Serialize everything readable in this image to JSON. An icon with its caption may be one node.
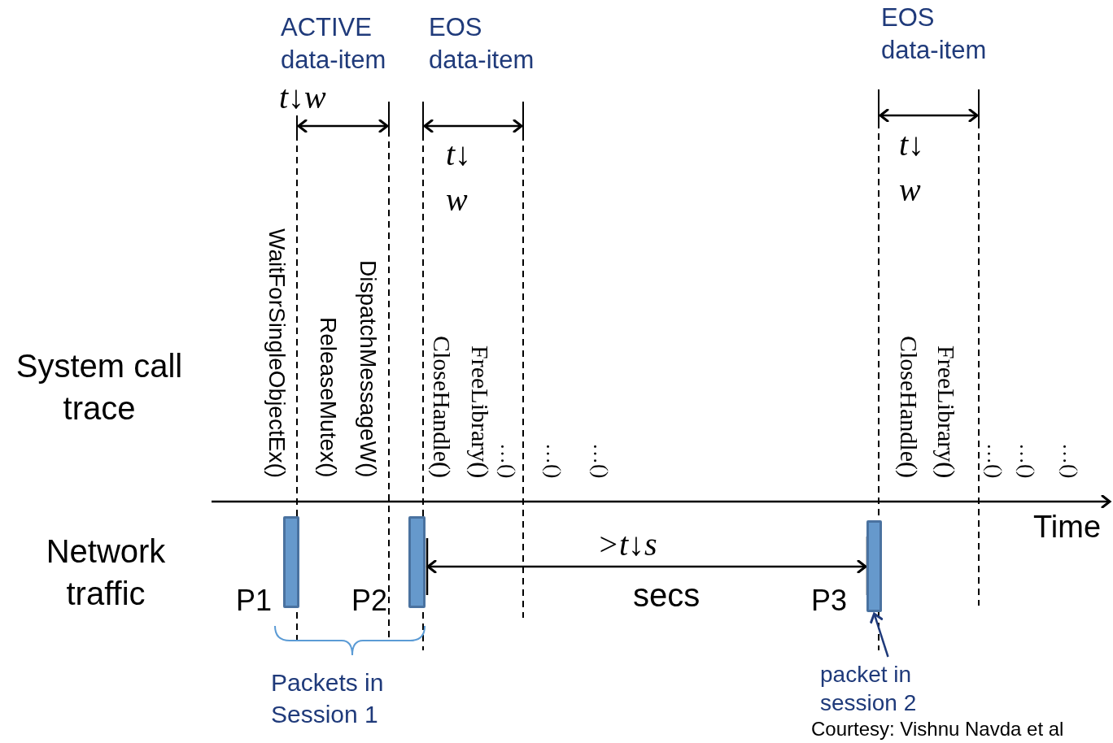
{
  "diagram": {
    "nodes": [
      {
        "text": [],
        "shape": "bar",
        "beside": [
          "P1"
        ]
      },
      {
        "text": [],
        "shape": "bar",
        "beside": [
          "P2"
        ]
      },
      {
        "text": [],
        "shape": "bar",
        "beside": [
          "P3"
        ]
      },
      {
        "text": [
          "packet in session 2"
        ]
      }
    ],
    "edges": [
      {
        "from": 1,
        "to": 2,
        "arrow": "both",
        "label": ">t↓s"
      },
      {
        "from": 3,
        "to": 2,
        "arrow": "to",
        "color": "#1f3a7a"
      }
    ],
    "labels": [
      "ACTIVE data-item",
      "EOS data-item",
      "EOS data-item",
      "t↓w",
      "t↓ w",
      "t↓ w",
      "System call trace",
      "WaitForSingleObjectEx()",
      "ReleaseMutex()",
      "DispatchMessageW()",
      "CloseHandle()",
      "FreeLibrary()",
      "…()",
      "…()",
      "…()",
      "CloseHandle()",
      "FreeLibrary()",
      "…()",
      "…()",
      "…()",
      "Time",
      "Network traffic",
      "secs",
      "Packets in Session 1",
      "Courtesy: Vishnu Navda et al"
    ]
  }
}
